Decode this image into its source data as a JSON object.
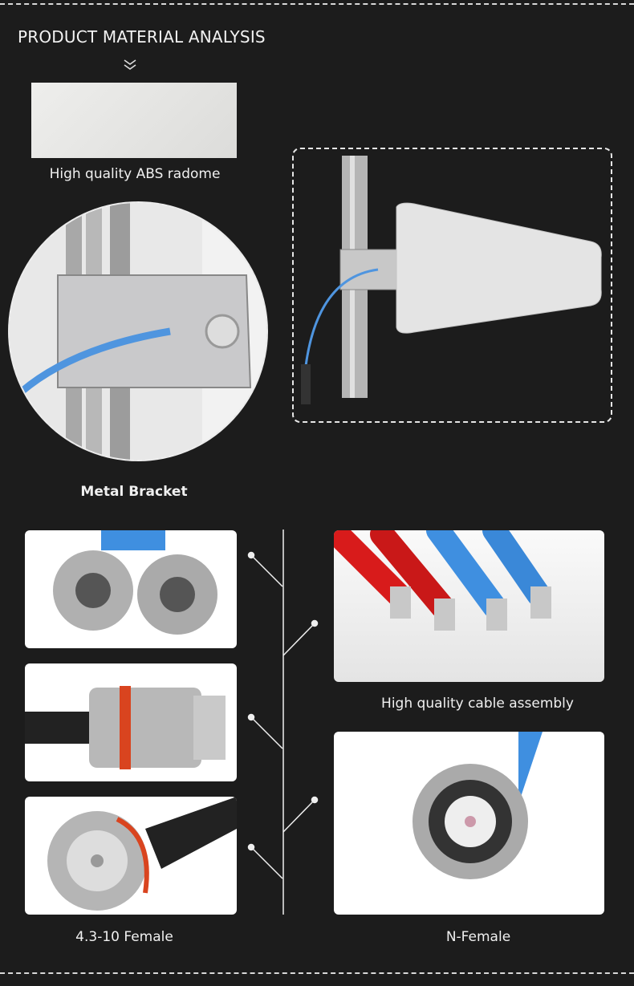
{
  "header": {
    "title": "PRODUCT MATERIAL ANALYSIS"
  },
  "sections": {
    "radome_caption": "High quality ABS radome",
    "bracket_caption": "Metal Bracket",
    "cable_caption": "High quality cable assembly",
    "connector_4310_caption": "4.3-10 Female",
    "n_female_caption": "N-Female"
  },
  "colors": {
    "background": "#1c1c1c",
    "cable_blue": "#3f8fe0",
    "cable_red": "#d81b1b",
    "ring_orange": "#d9441f"
  }
}
